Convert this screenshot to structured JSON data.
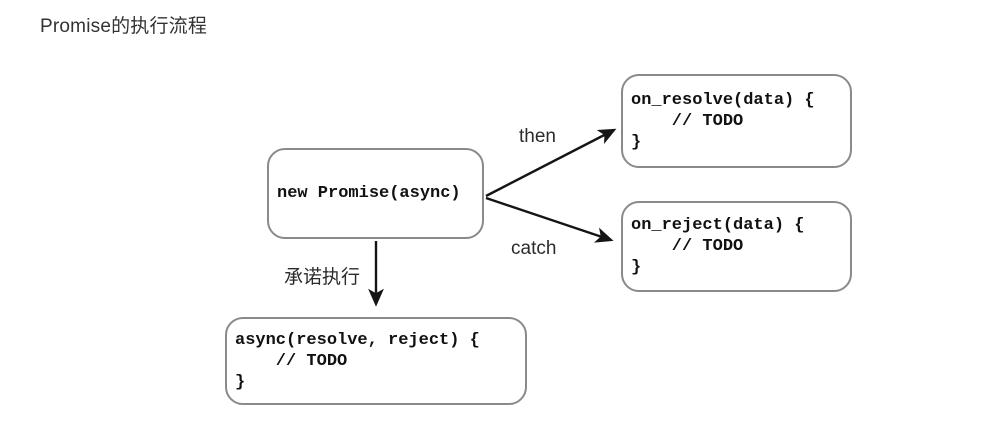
{
  "page": {
    "title": "Promise的执行流程"
  },
  "diagram": {
    "nodes": {
      "promise": {
        "label": "new Promise(async)"
      },
      "resolve": {
        "lines": [
          "on_resolve(data) {",
          "    // TODO",
          "}"
        ]
      },
      "reject": {
        "lines": [
          "on_reject(data) {",
          "    // TODO",
          "}"
        ]
      },
      "async": {
        "lines": [
          "async(resolve, reject) {",
          "    // TODO",
          "}"
        ]
      }
    },
    "edges": {
      "then_label": "then",
      "catch_label": "catch",
      "exec_label": "承诺执行"
    }
  },
  "theme": {
    "page-bg": "#ffffff",
    "node-bg": "#ffffff",
    "node-border": "#8a8a8a",
    "code-color": "#111111",
    "arrow-color": "#151515",
    "label-color": "#2b2b2b",
    "title-color": "#333333"
  }
}
